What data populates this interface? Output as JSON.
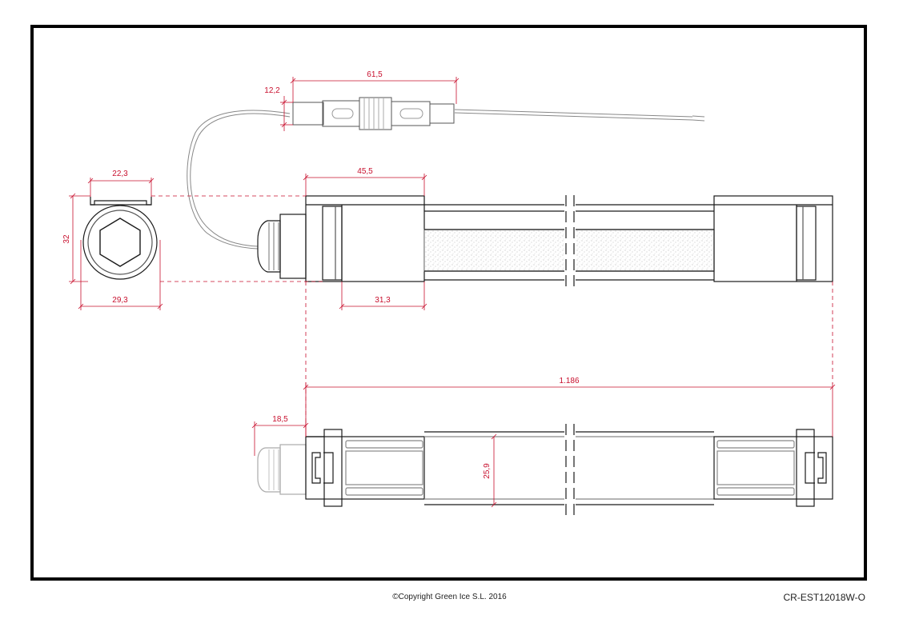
{
  "colors": {
    "frame": "#000000",
    "outline": "#1a1a1a",
    "light_outline": "#aaaaaa",
    "dimension": "#c8102e"
  },
  "dimensions": {
    "connector_length": "61,5",
    "connector_height": "12,2",
    "profile_top_width": "22,3",
    "end_cap_length": "45,5",
    "profile_height": "32",
    "profile_width": "29,3",
    "end_cap_inner": "31,3",
    "total_length": "1.186",
    "gland_length": "18,5",
    "body_height": "25,9"
  },
  "footer": {
    "copyright": "©Copyright Green Ice S.L. 2016",
    "drawing_code": "CR-EST12018W-O"
  }
}
